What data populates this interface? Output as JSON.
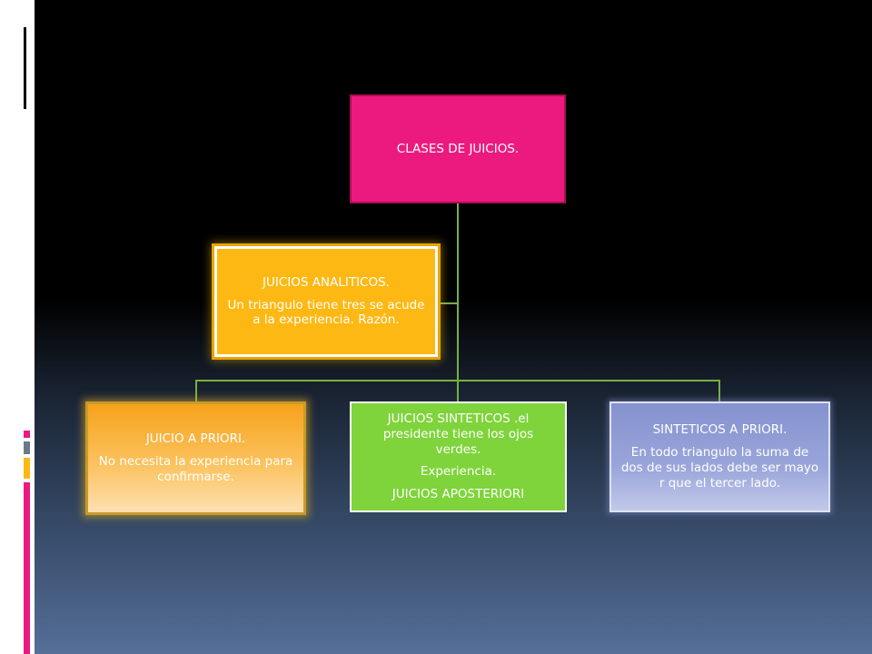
{
  "diagram": {
    "root": {
      "label": "CLASES DE JUICIOS."
    },
    "analiticos": {
      "title": "JUICIOS ANALITICOS.",
      "body": "Un triangulo tiene tres  se acude a la experiencia.  Razón."
    },
    "priori": {
      "title": "JUICIO A PRIORI.",
      "body": "No necesita  la experiencia para confirmarse."
    },
    "sinteticos": {
      "title": "JUICIOS SINTETICOS  .el presidente tiene los ojos verdes.",
      "line2": "Experiencia.",
      "line3": "JUICIOS APOSTERIORI"
    },
    "sintpriori": {
      "title": "SINTETICOS  A PRIORI.",
      "body": "En todo triangulo la suma de dos de sus lados debe ser mayo r que el tercer lado."
    }
  },
  "colors": {
    "root": "#ec1a7e",
    "analiticos": "#fdb813",
    "priori": "#f7a21b",
    "sinteticos": "#7ed43a",
    "sintpriori": "#8592cf",
    "connector": "#77b043"
  }
}
